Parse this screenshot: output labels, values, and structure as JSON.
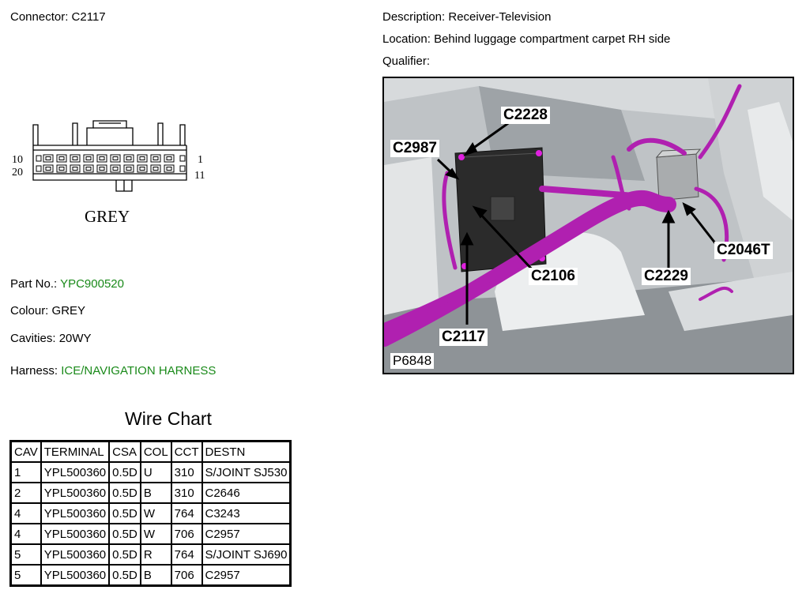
{
  "header": {
    "connector_label": "Connector:",
    "connector_value": "C2117",
    "description_label": "Description:",
    "description_value": "Receiver-Television",
    "location_label": "Location:",
    "location_value": "Behind luggage compartment carpet RH side",
    "qualifier_label": "Qualifier:",
    "qualifier_value": ""
  },
  "connector_drawing": {
    "pin_left_top": "10",
    "pin_left_bottom": "20",
    "pin_right_top": "1",
    "pin_right_bottom": "11",
    "colour_text": "GREY"
  },
  "details": {
    "part_no_label": "Part No.:",
    "part_no_value": "YPC900520",
    "colour_label": "Colour:",
    "colour_value": "GREY",
    "cavities_label": "Cavities:",
    "cavities_value": "20WY",
    "harness_label": "Harness:",
    "harness_value": "ICE/NAVIGATION HARNESS",
    "link_color": "#1a8a1a"
  },
  "photo": {
    "id": "P6848",
    "callouts": [
      "C2228",
      "C2987",
      "C2106",
      "C2229",
      "C2046T",
      "C2117"
    ],
    "harness_color": "#b020b0"
  },
  "wire_chart": {
    "title": "Wire Chart",
    "columns": [
      "CAV",
      "TERMINAL",
      "CSA",
      "COL",
      "CCT",
      "DESTN"
    ],
    "rows": [
      [
        "1",
        "YPL500360",
        "0.5D",
        "U",
        "310",
        "S/JOINT SJ530"
      ],
      [
        "2",
        "YPL500360",
        "0.5D",
        "B",
        "310",
        "C2646"
      ],
      [
        "4",
        "YPL500360",
        "0.5D",
        "W",
        "764",
        "C3243"
      ],
      [
        "4",
        "YPL500360",
        "0.5D",
        "W",
        "706",
        "C2957"
      ],
      [
        "5",
        "YPL500360",
        "0.5D",
        "R",
        "764",
        "S/JOINT SJ690"
      ],
      [
        "5",
        "YPL500360",
        "0.5D",
        "B",
        "706",
        "C2957"
      ]
    ]
  }
}
